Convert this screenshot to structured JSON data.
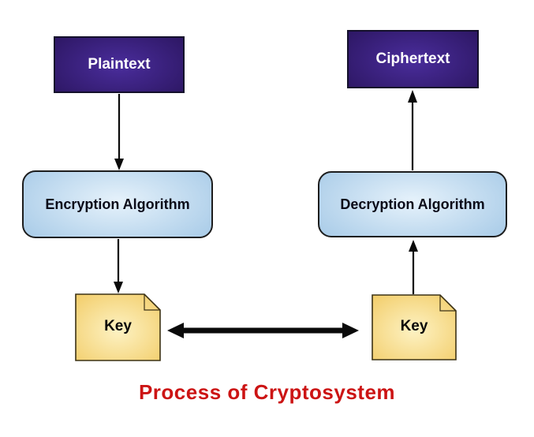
{
  "diagram": {
    "title": "Process of Cryptosystem",
    "nodes": {
      "plaintext": {
        "label": "Plaintext"
      },
      "ciphertext": {
        "label": "Ciphertext"
      },
      "encryption": {
        "label": "Encryption Algorithm"
      },
      "decryption": {
        "label": "Decryption Algorithm"
      },
      "key_left": {
        "label": "Key"
      },
      "key_right": {
        "label": "Key"
      }
    },
    "edges": [
      {
        "from": "plaintext",
        "to": "encryption",
        "style": "single-arrow",
        "direction": "down"
      },
      {
        "from": "encryption",
        "to": "key_left",
        "style": "single-arrow",
        "direction": "down"
      },
      {
        "from": "key_right",
        "to": "decryption",
        "style": "single-arrow",
        "direction": "up"
      },
      {
        "from": "decryption",
        "to": "ciphertext",
        "style": "single-arrow",
        "direction": "up"
      },
      {
        "from": "key_left",
        "to": "key_right",
        "style": "double-arrow",
        "direction": "horizontal"
      }
    ],
    "colors": {
      "purple_center": "#4a2d9c",
      "purple_edge": "#241052",
      "blue_center": "#e6f2fb",
      "blue_edge": "#8ab8de",
      "gold_center": "#fdf2c3",
      "gold_edge": "#f2cc67",
      "arrow_black": "#0a0a0a",
      "title_red": "#cc1414"
    }
  }
}
